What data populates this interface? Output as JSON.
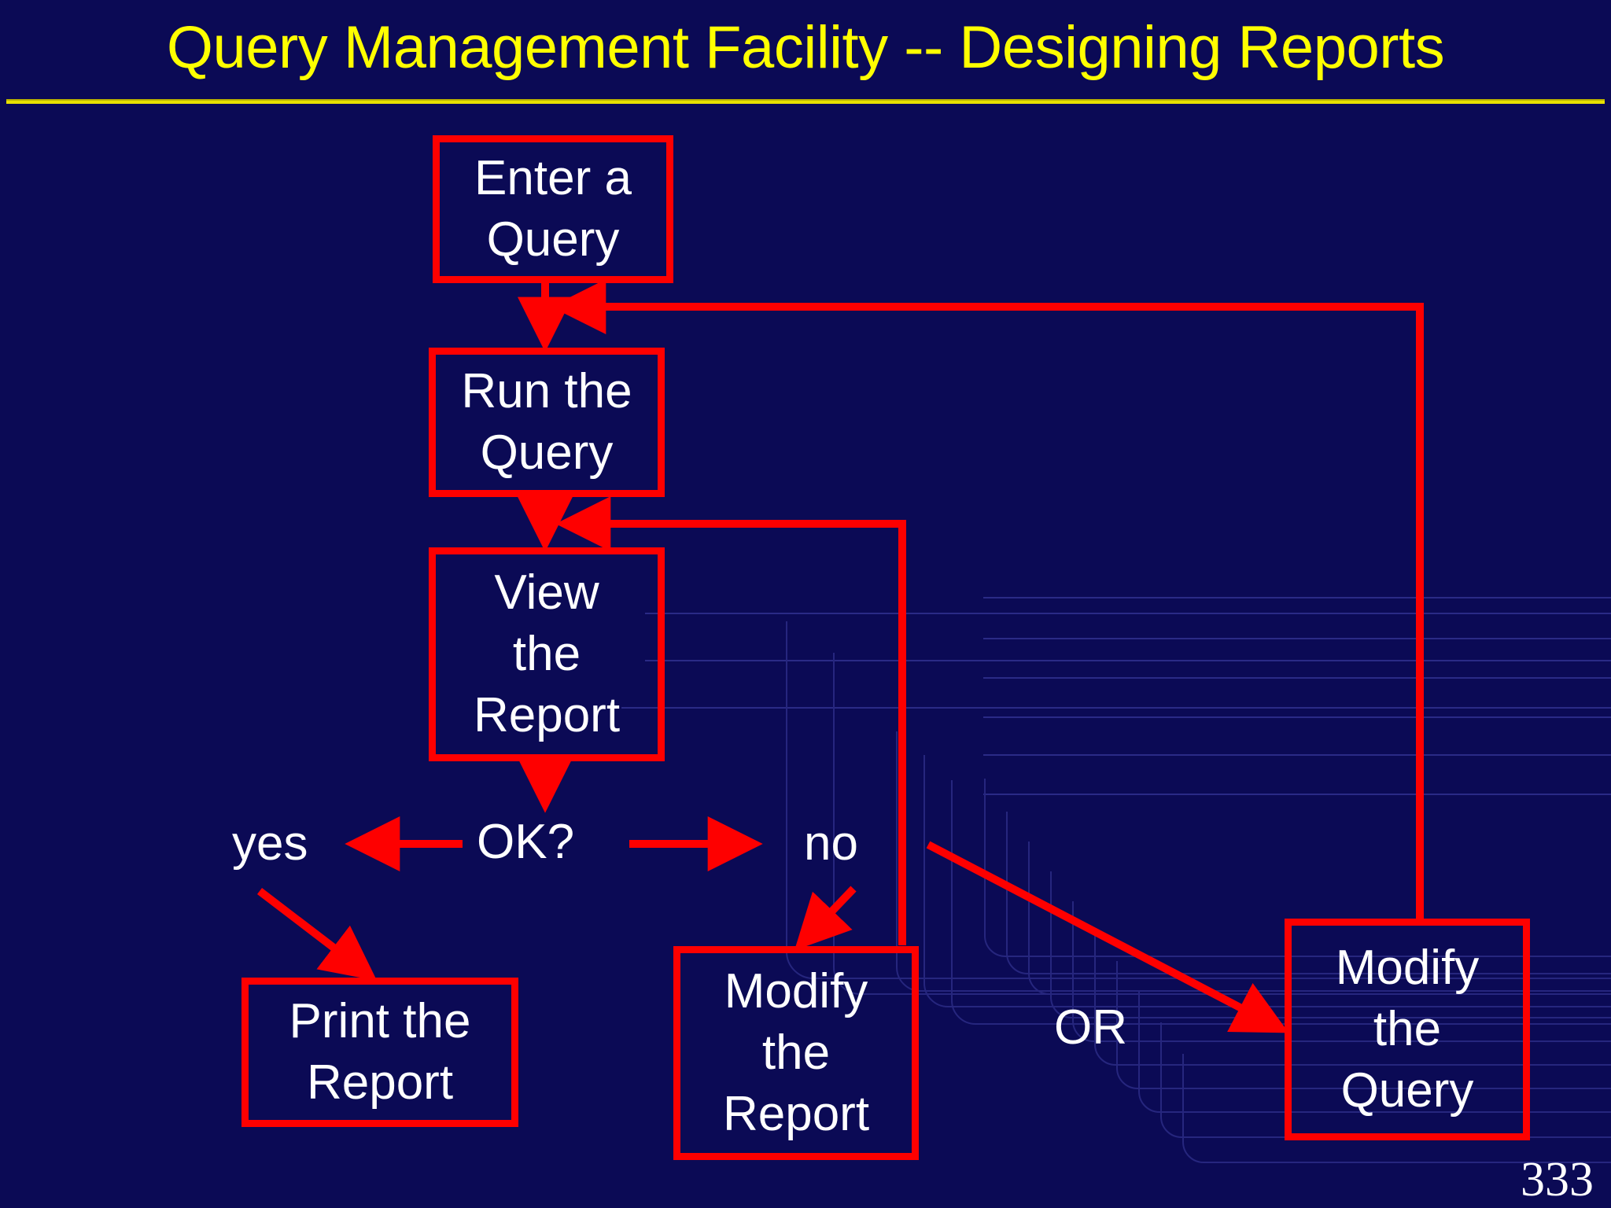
{
  "slide": {
    "title": "Query Management Facility -- Designing Reports",
    "page_number": "333",
    "background_color": "#0b0a55",
    "title_color": "#ffff00",
    "box_border_color": "#fe0000",
    "arrow_color": "#fe0000",
    "text_color": "#ffffff"
  },
  "flowchart": {
    "type": "flowchart",
    "nodes": [
      {
        "id": "enter-query",
        "shape": "process",
        "lines": [
          "Enter a",
          "Query"
        ]
      },
      {
        "id": "run-query",
        "shape": "process",
        "lines": [
          "Run the",
          "Query"
        ]
      },
      {
        "id": "view-report",
        "shape": "process",
        "lines": [
          "View",
          "the",
          "Report"
        ]
      },
      {
        "id": "ok-decision",
        "shape": "label",
        "lines": [
          "OK?"
        ]
      },
      {
        "id": "yes-label",
        "shape": "label",
        "lines": [
          "yes"
        ]
      },
      {
        "id": "no-label",
        "shape": "label",
        "lines": [
          "no"
        ]
      },
      {
        "id": "or-label",
        "shape": "label",
        "lines": [
          "OR"
        ]
      },
      {
        "id": "print-report",
        "shape": "process",
        "lines": [
          "Print the",
          "Report"
        ]
      },
      {
        "id": "modify-report",
        "shape": "process",
        "lines": [
          "Modify",
          "the",
          "Report"
        ]
      },
      {
        "id": "modify-query",
        "shape": "process",
        "lines": [
          "Modify",
          "the",
          "Query"
        ]
      }
    ],
    "edges": [
      {
        "from": "enter-query",
        "to": "run-query",
        "kind": "straight-down"
      },
      {
        "from": "run-query",
        "to": "view-report",
        "kind": "straight-down"
      },
      {
        "from": "view-report",
        "to": "ok-decision",
        "kind": "straight-down"
      },
      {
        "from": "ok-decision",
        "to": "yes-label",
        "kind": "left"
      },
      {
        "from": "ok-decision",
        "to": "no-label",
        "kind": "right"
      },
      {
        "from": "yes-label",
        "to": "print-report",
        "kind": "diagonal-down-right"
      },
      {
        "from": "no-label",
        "to": "modify-report",
        "kind": "diagonal-down-left"
      },
      {
        "from": "no-label",
        "to": "modify-query",
        "kind": "diagonal-down-right"
      },
      {
        "from": "modify-report",
        "to": "view-report",
        "kind": "feedback-up-left"
      },
      {
        "from": "modify-query",
        "to": "run-query",
        "kind": "feedback-up-left"
      }
    ]
  },
  "boxes": {
    "enter_query": {
      "line1": "Enter a",
      "line2": "Query"
    },
    "run_query": {
      "line1": "Run the",
      "line2": "Query"
    },
    "view_report": {
      "line1": "View",
      "line2": "the",
      "line3": "Report"
    },
    "print_report": {
      "line1": "Print the",
      "line2": "Report"
    },
    "modify_report": {
      "line1": "Modify",
      "line2": "the",
      "line3": "Report"
    },
    "modify_query": {
      "line1": "Modify",
      "line2": "the",
      "line3": "Query"
    }
  },
  "labels": {
    "decision": "OK?",
    "yes": "yes",
    "no": "no",
    "or": "OR"
  }
}
